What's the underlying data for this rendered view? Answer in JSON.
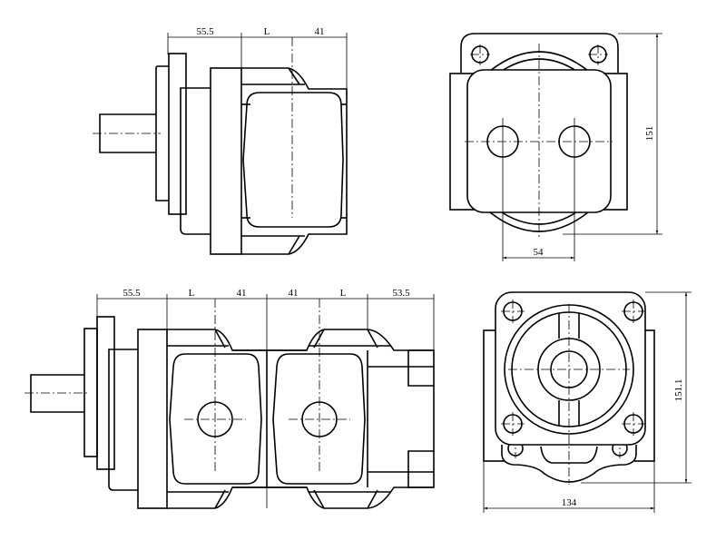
{
  "drawing": {
    "top_side_view": {
      "dims": [
        "55.5",
        "L",
        "41"
      ]
    },
    "top_end_view": {
      "height_dim": "151",
      "port_spacing_dim": "54"
    },
    "bottom_side_view": {
      "dims": [
        "55.5",
        "L",
        "41",
        "41",
        "L",
        "53.5"
      ]
    },
    "bottom_end_view": {
      "height_dim": "151.1",
      "width_dim": "134"
    }
  },
  "colors": {
    "line": "#000000",
    "background": "#ffffff"
  }
}
